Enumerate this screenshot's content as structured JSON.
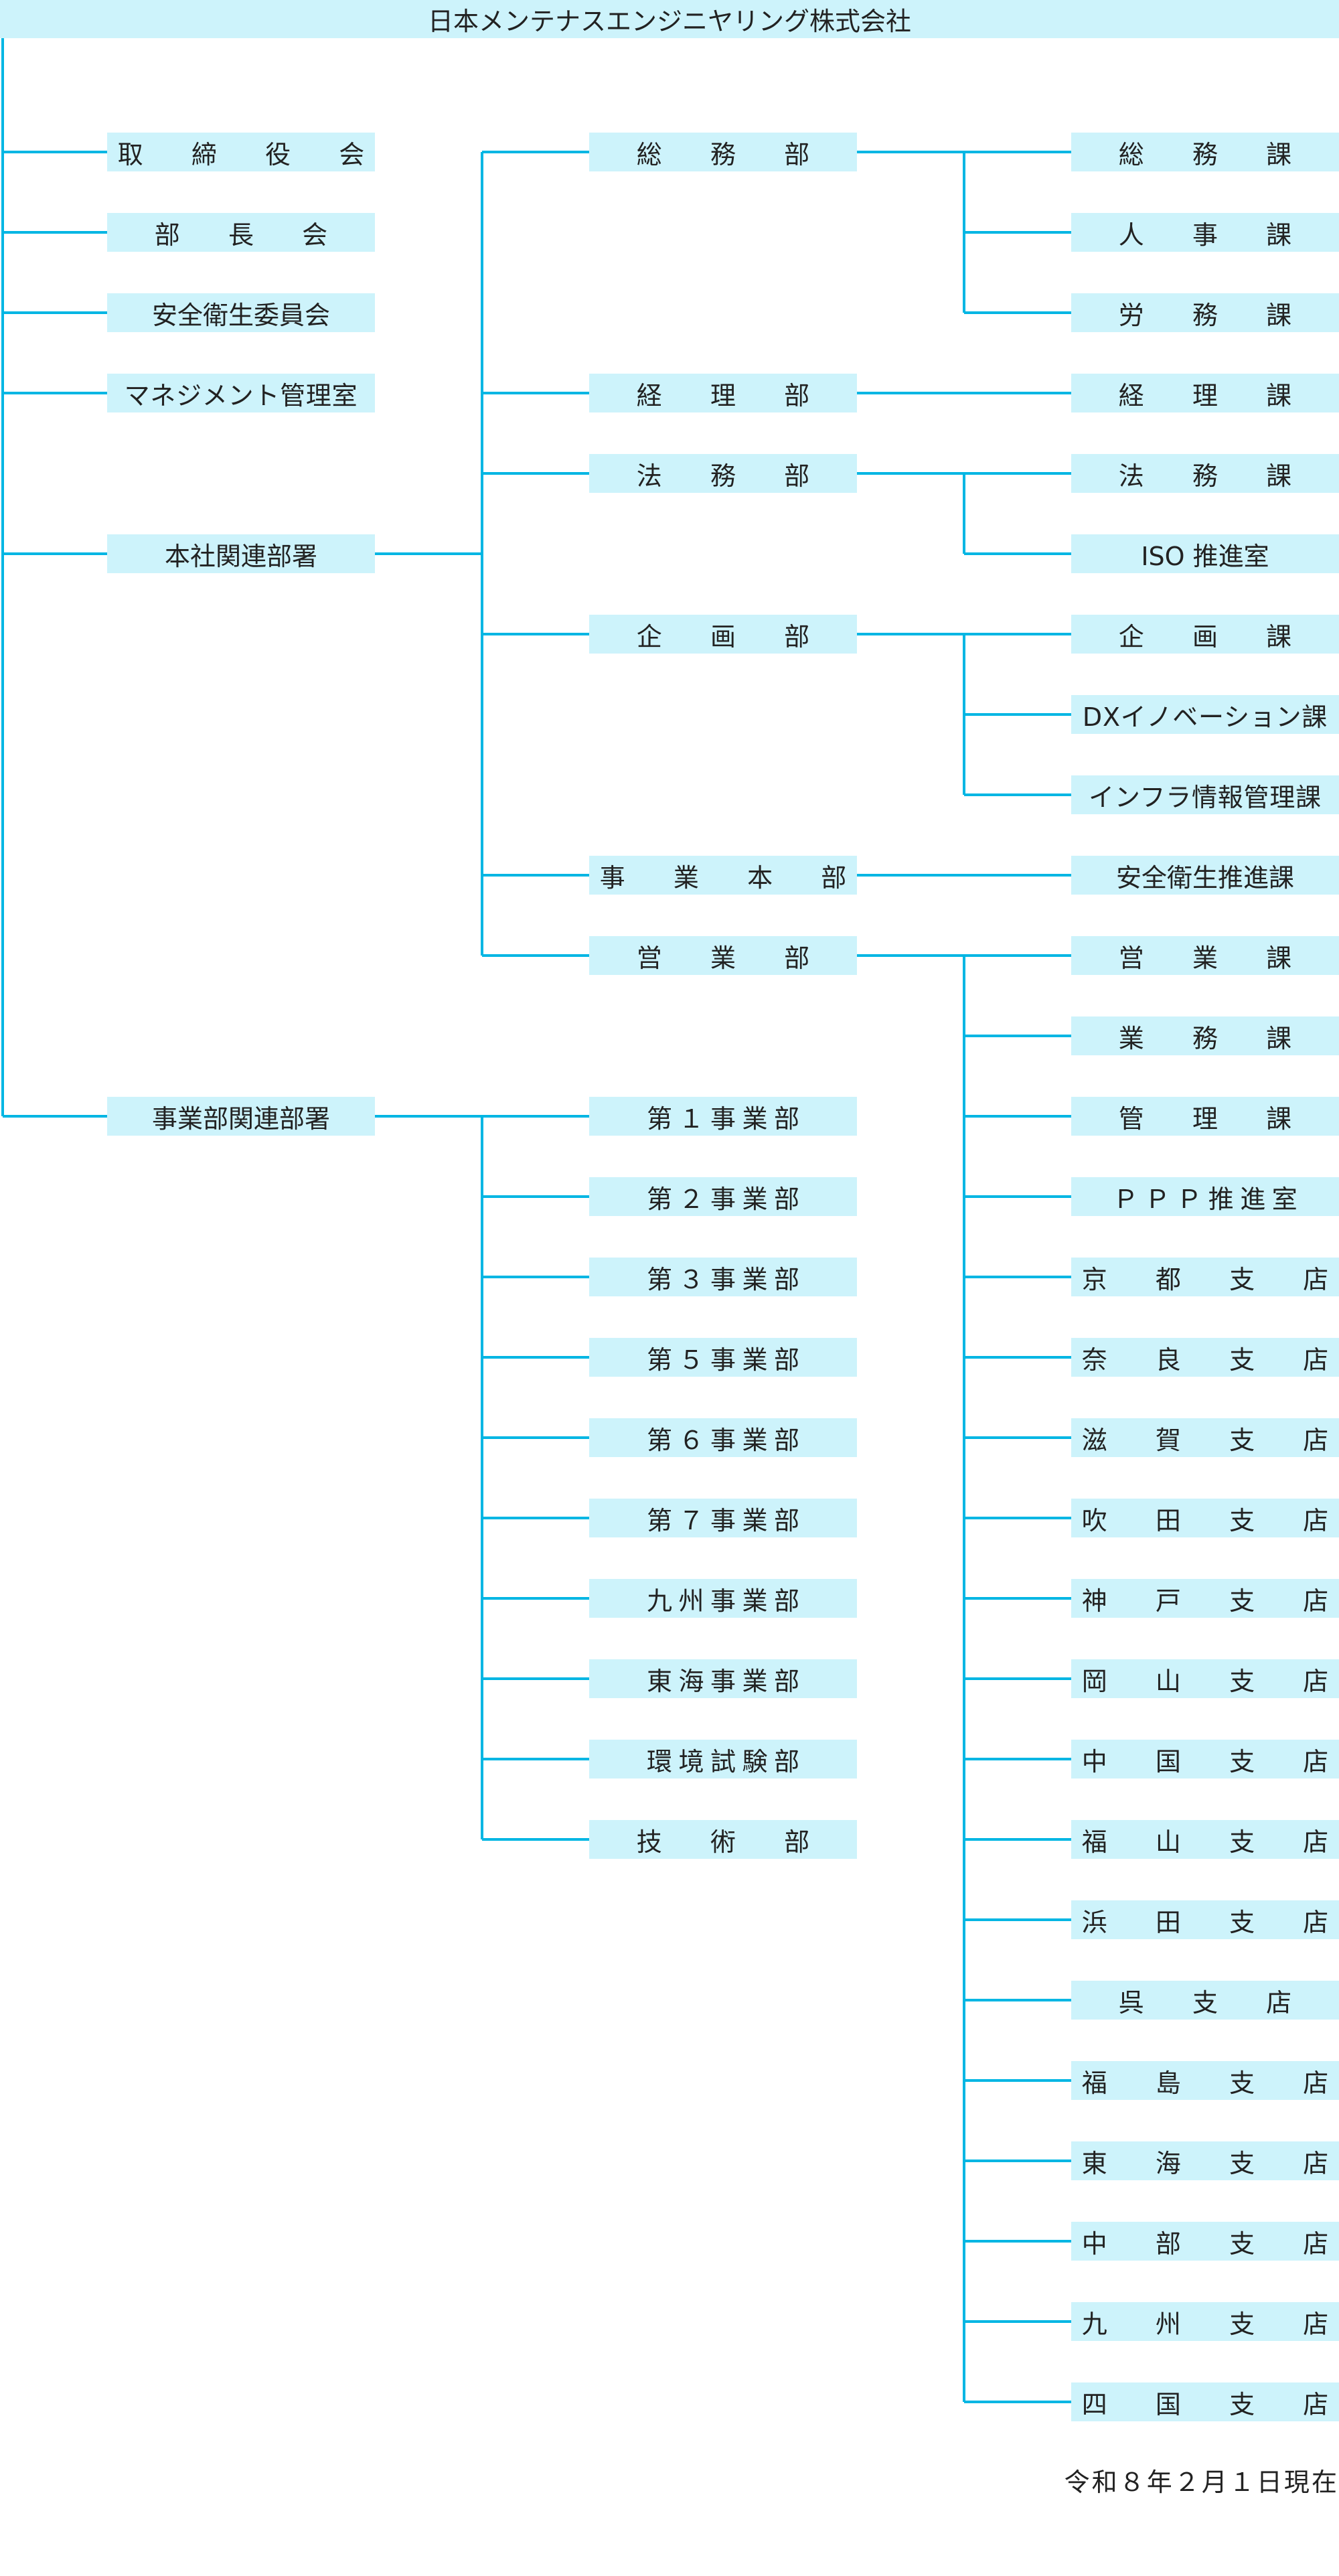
{
  "title": "日本メンテナスエンジニヤリング株式会社",
  "date_note": "令和８年２月１日現在",
  "colors": {
    "line": "#00b6e3",
    "box": "#cdf3fb"
  },
  "col1": [
    "取　締　役　会",
    "部　長　会",
    "安全衛生委員会",
    "マネジメント管理室",
    "本社関連部署",
    "事業部関連部署"
  ],
  "hq_depts": [
    "総　務　部",
    "経　理　部",
    "法　務　部",
    "企　画　部",
    "事　業　本　部",
    "営　業　部"
  ],
  "biz_depts": [
    "第１事業部",
    "第２事業部",
    "第３事業部",
    "第５事業部",
    "第６事業部",
    "第７事業部",
    "九州事業部",
    "東海事業部",
    "環境試験部",
    "技　術　部"
  ],
  "soumu_sections": [
    "総　務　課",
    "人　事　課",
    "労　務　課"
  ],
  "keiri_sections": [
    "経　理　課"
  ],
  "houmu_sections": [
    "法　務　課",
    "ISO 推進室"
  ],
  "kikaku_sections": [
    "企　画　課",
    "DXイノベーション課",
    "インフラ情報管理課"
  ],
  "jigyo_sections": [
    "安全衛生推進課"
  ],
  "eigyo_sections": [
    "営　業　課",
    "業　務　課",
    "管　理　課",
    "ＰＰＰ推進室",
    "京　都　支　店",
    "奈　良　支　店",
    "滋　賀　支　店",
    "吹　田　支　店",
    "神　戸　支　店",
    "岡　山　支　店",
    "中　国　支　店",
    "福　山　支　店",
    "浜　田　支　店",
    "呉　支　店",
    "福　島　支　店",
    "東　海　支　店",
    "中　部　支　店",
    "九　州　支　店",
    "四　国　支　店"
  ]
}
